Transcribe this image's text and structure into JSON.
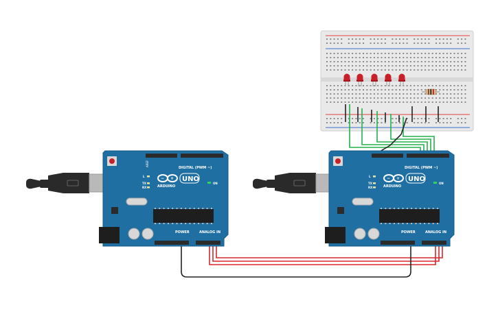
{
  "colors": {
    "board": "#1f6fa3",
    "board_edge": "#155a87",
    "header": "#2b2b2b",
    "chip": "#1e1e1e",
    "wire_green": "#22b14c",
    "wire_red": "#d9262c",
    "wire_black": "#222222",
    "led": "#c8202a",
    "breadboard": "#e9e9e9",
    "rail_red": "#e2443c",
    "rail_blue": "#3a6fd0",
    "usb": "#b9b9b9",
    "cable": "#2a2a2a"
  },
  "boards": [
    {
      "name": "arduino-uno-left",
      "brand": "ARDUINO",
      "model": "UNO",
      "digital_label": "DIGITAL (PWM ~)",
      "power_label": "POWER",
      "analog_label": "ANALOG IN",
      "on_label": "ON",
      "tx_label": "TX",
      "rx_label": "RX",
      "l_label": "L"
    },
    {
      "name": "arduino-uno-right",
      "brand": "ARDUINO",
      "model": "UNO",
      "digital_label": "DIGITAL (PWM ~)",
      "power_label": "POWER",
      "analog_label": "ANALOG IN",
      "on_label": "ON",
      "tx_label": "TX",
      "rx_label": "RX",
      "l_label": "L"
    }
  ],
  "components": {
    "led_count": 5,
    "resistor_count": 1,
    "usb_cable_icon": "usb-b-cable-icon",
    "reset_icon": "reset-button-icon"
  }
}
